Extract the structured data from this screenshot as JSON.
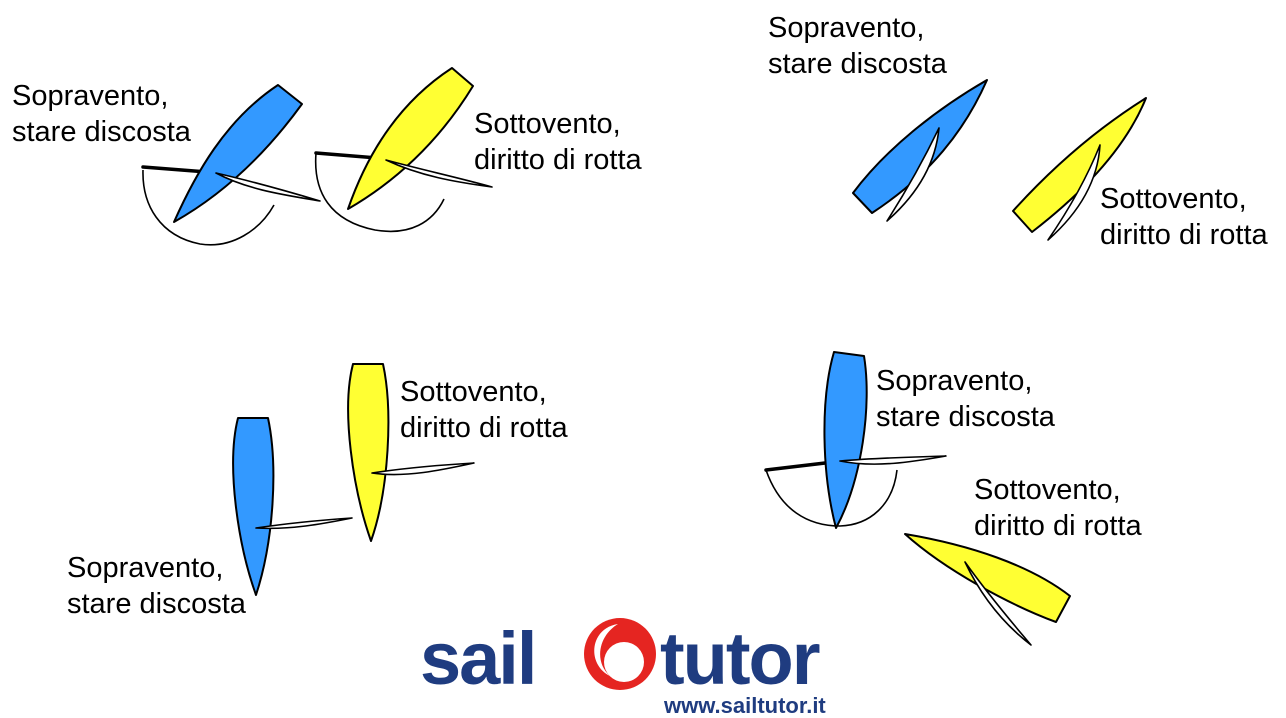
{
  "colors": {
    "windward_boat": "#3399ff",
    "leeward_boat": "#ffff33",
    "logo_navy": "#1f3c80",
    "logo_red": "#e52521"
  },
  "scenes": [
    {
      "windward_label": [
        "Sopravento,",
        "stare discosta"
      ],
      "leeward_label": [
        "Sottovento,",
        "diritto di rotta"
      ]
    },
    {
      "windward_label": [
        "Sopravento,",
        "stare discosta"
      ],
      "leeward_label": [
        "Sottovento,",
        "diritto di rotta"
      ]
    },
    {
      "windward_label": [
        "Sopravento,",
        "stare discosta"
      ],
      "leeward_label": [
        "Sottovento,",
        "diritto di rotta"
      ]
    },
    {
      "windward_label": [
        "Sopravento,",
        "stare discosta"
      ],
      "leeward_label": [
        "Sottovento,",
        "diritto di rotta"
      ]
    }
  ],
  "logo": {
    "name_left": "sail",
    "name_right": "tutor",
    "url": "www.sailtutor.it"
  }
}
